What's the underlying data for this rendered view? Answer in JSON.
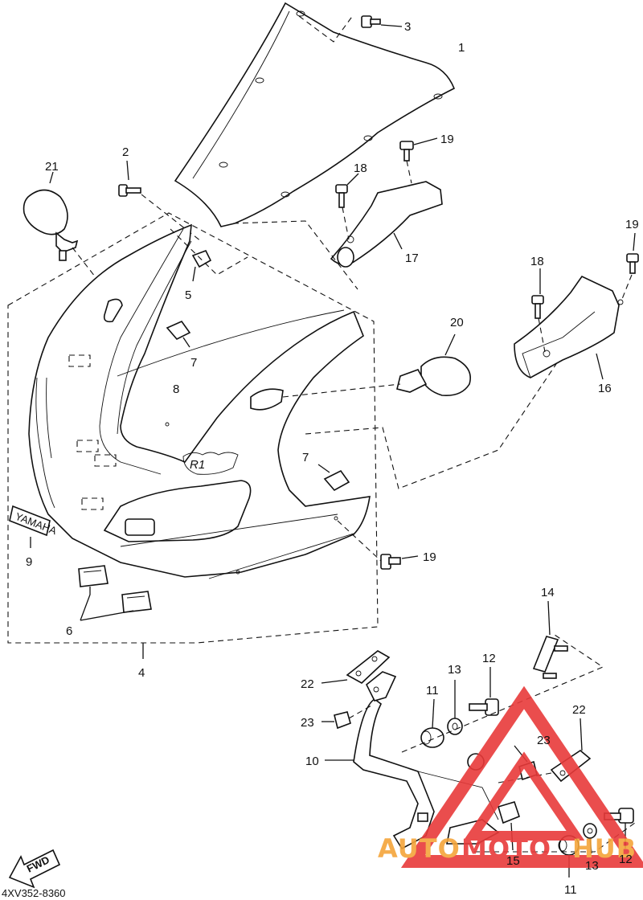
{
  "diagram": {
    "catalog_code": "4XV352-8360",
    "fwd_label": "FWD",
    "decal_yamaha": "YAMAHA",
    "decal_r1": "R1",
    "watermark": {
      "part_a": "AUTO",
      "part_b": "MOTO",
      "part_c": "HUB",
      "color_red": "#e83a3a",
      "color_orange": "#f4a53a"
    },
    "callouts": [
      {
        "id": "c1",
        "label": "1"
      },
      {
        "id": "c2",
        "label": "2"
      },
      {
        "id": "c3",
        "label": "3"
      },
      {
        "id": "c4",
        "label": "4"
      },
      {
        "id": "c5",
        "label": "5"
      },
      {
        "id": "c6",
        "label": "6"
      },
      {
        "id": "c7a",
        "label": "7"
      },
      {
        "id": "c7b",
        "label": "7"
      },
      {
        "id": "c8",
        "label": "8"
      },
      {
        "id": "c9",
        "label": "9"
      },
      {
        "id": "c10",
        "label": "10"
      },
      {
        "id": "c11a",
        "label": "11"
      },
      {
        "id": "c11b",
        "label": "11"
      },
      {
        "id": "c12a",
        "label": "12"
      },
      {
        "id": "c12b",
        "label": "12"
      },
      {
        "id": "c13a",
        "label": "13"
      },
      {
        "id": "c13b",
        "label": "13"
      },
      {
        "id": "c14",
        "label": "14"
      },
      {
        "id": "c15",
        "label": "15"
      },
      {
        "id": "c16",
        "label": "16"
      },
      {
        "id": "c17",
        "label": "17"
      },
      {
        "id": "c18a",
        "label": "18"
      },
      {
        "id": "c18b",
        "label": "18"
      },
      {
        "id": "c19a",
        "label": "19"
      },
      {
        "id": "c19b",
        "label": "19"
      },
      {
        "id": "c19c",
        "label": "19"
      },
      {
        "id": "c20",
        "label": "20"
      },
      {
        "id": "c21",
        "label": "21"
      },
      {
        "id": "c22a",
        "label": "22"
      },
      {
        "id": "c22b",
        "label": "22"
      },
      {
        "id": "c23a",
        "label": "23"
      },
      {
        "id": "c23b",
        "label": "23"
      }
    ]
  }
}
